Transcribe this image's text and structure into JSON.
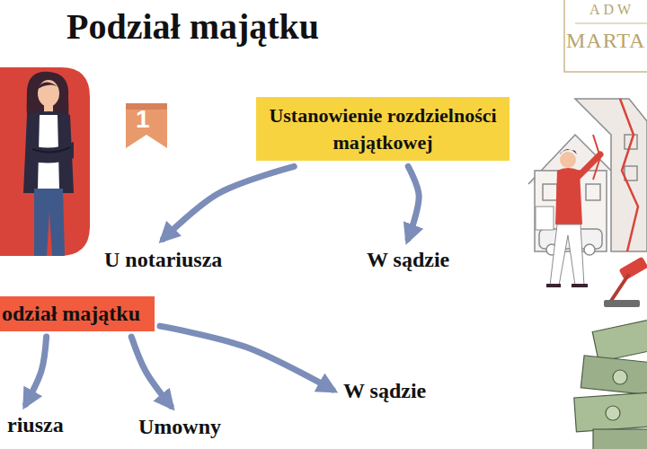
{
  "diagram": {
    "title": "Podział majątku",
    "nodes": [
      {
        "text": [
          "Ustanowienie rozdzielności majątkowej"
        ]
      },
      {
        "text": [
          "U notariusza"
        ]
      },
      {
        "text": [
          "W sądzie"
        ]
      },
      {
        "text": [
          "odział majątku"
        ]
      },
      {
        "text": [
          "riusza"
        ]
      },
      {
        "text": [
          "Umowny"
        ]
      },
      {
        "text": [
          "W sądzie"
        ]
      }
    ],
    "edges": [
      {
        "from": 0,
        "to": 1,
        "arrow": "to"
      },
      {
        "from": 0,
        "to": 2,
        "arrow": "to"
      },
      {
        "from": 3,
        "to": 4,
        "arrow": "to"
      },
      {
        "from": 3,
        "to": 5,
        "arrow": "to"
      },
      {
        "from": 3,
        "to": 6,
        "arrow": "to"
      }
    ],
    "labels": [
      "1",
      "ADW",
      "MARTA"
    ]
  }
}
